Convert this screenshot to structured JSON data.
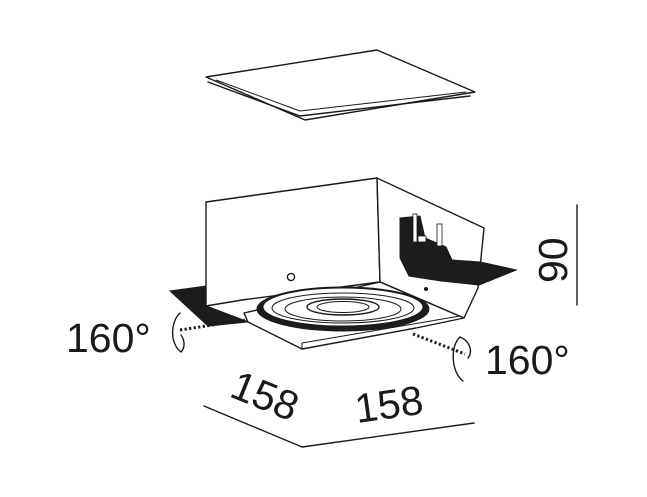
{
  "dimensions": {
    "height": "90",
    "width_left": "158",
    "width_right": "158"
  },
  "angles": {
    "left": "160°",
    "right": "160°"
  }
}
